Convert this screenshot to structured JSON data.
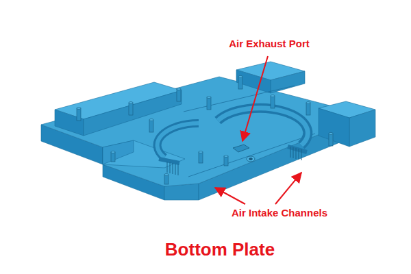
{
  "diagram": {
    "caption": "Bottom Plate",
    "labels": [
      "Air Exhaust Port",
      "Air Intake Channels"
    ]
  }
}
